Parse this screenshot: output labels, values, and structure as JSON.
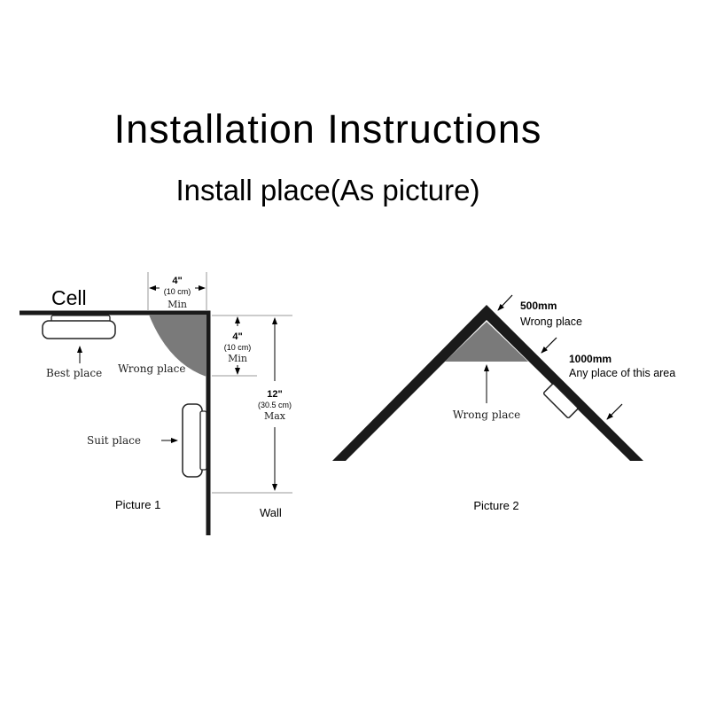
{
  "title": "Installation Instructions",
  "subtitle": "Install place(As picture)",
  "picture1": {
    "cell_label": "Cell",
    "top_dim": {
      "value": "4\"",
      "metric": "(10 cm)",
      "qualifier": "Min"
    },
    "side_dim": {
      "value": "4\"",
      "metric": "(10 cm)",
      "qualifier": "Min"
    },
    "wall_dim": {
      "value": "12\"",
      "metric": "(30.5 cm)",
      "qualifier": "Max"
    },
    "best_place": "Best place",
    "wrong_place": "Wrong place",
    "suit_place": "Suit place",
    "wall_label": "Wall",
    "caption": "Picture 1"
  },
  "picture2": {
    "dim_500": "500mm",
    "wrong_place_top": "Wrong place",
    "dim_1000": "1000mm",
    "any_place": "Any place of this area",
    "wrong_place": "Wrong place",
    "caption": "Picture 2"
  },
  "colors": {
    "line": "#1a1a1a",
    "shade": "#7a7a7a",
    "dim": "#9a9a9a"
  }
}
